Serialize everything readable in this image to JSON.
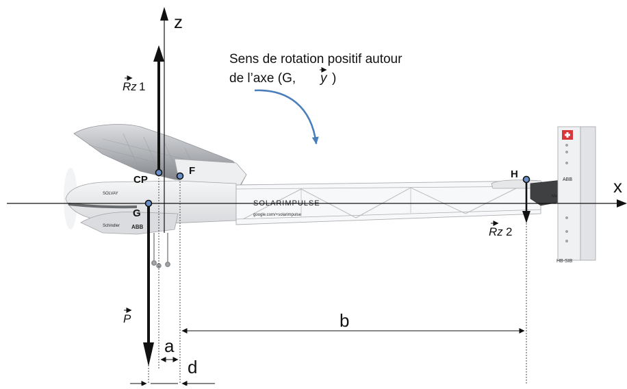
{
  "axes": {
    "x_label": "x",
    "z_label": "z"
  },
  "points": {
    "cp": "CP",
    "f": "F",
    "g": "G",
    "h": "H"
  },
  "forces": {
    "rz1": {
      "symbol": "Rz",
      "index": "1"
    },
    "rz2": {
      "symbol": "Rz",
      "index": "2"
    },
    "p": {
      "symbol": "P",
      "index": ""
    }
  },
  "rotation_note": {
    "line1": "Sens de rotation positif autour",
    "line2_prefix": "de l’axe (G,",
    "line2_vec": "y",
    "line2_suffix": ")"
  },
  "dimensions": {
    "a": "a",
    "b": "b",
    "d": "d"
  },
  "aircraft_markings": {
    "fuselage": "SOLARIMPULSE",
    "fuselage_url": "google.com/+solarimpulse",
    "nose_brand": "SOLVAY",
    "nose_sponsor": "Schindler",
    "nose_sponsor2": "ABB",
    "tail_id": "HB-SIB",
    "tail_brand": "Mercier",
    "tail_sponsor": "ABB"
  },
  "colors": {
    "ink": "#111111",
    "point_fill": "#6b8fc9",
    "rotation_arrow": "#4a7ebb",
    "plane_light": "#e9eaec",
    "plane_mid": "#c9cbcf",
    "plane_dark": "#6f7276"
  }
}
